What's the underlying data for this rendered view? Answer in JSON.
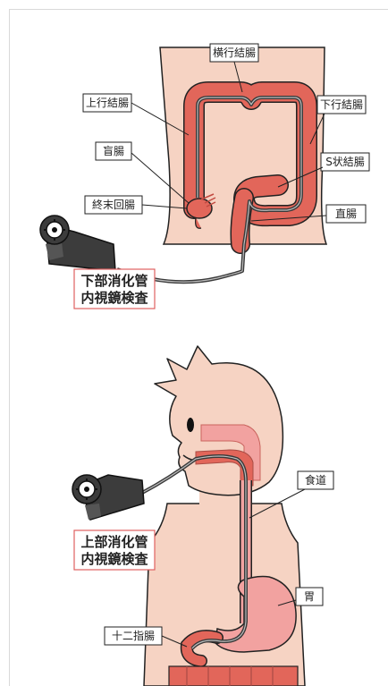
{
  "lower": {
    "title_line1": "下部消化管",
    "title_line2": "内視鏡検査",
    "labels": {
      "transverse": "横行結腸",
      "ascending": "上行結腸",
      "descending": "下行結腸",
      "cecum": "盲腸",
      "sigmoid": "S状結腸",
      "ileum": "終末回腸",
      "rectum": "直腸"
    }
  },
  "upper": {
    "title_line1": "上部消化管",
    "title_line2": "内視鏡検査",
    "labels": {
      "esophagus": "食道",
      "stomach": "胃",
      "duodenum": "十二指腸"
    }
  },
  "colors": {
    "skin": "#f6d3c3",
    "organ": "#e2665a",
    "organ_light": "#f2a2a0",
    "tube": "#3a3a3a",
    "title_border": "#e06060"
  }
}
